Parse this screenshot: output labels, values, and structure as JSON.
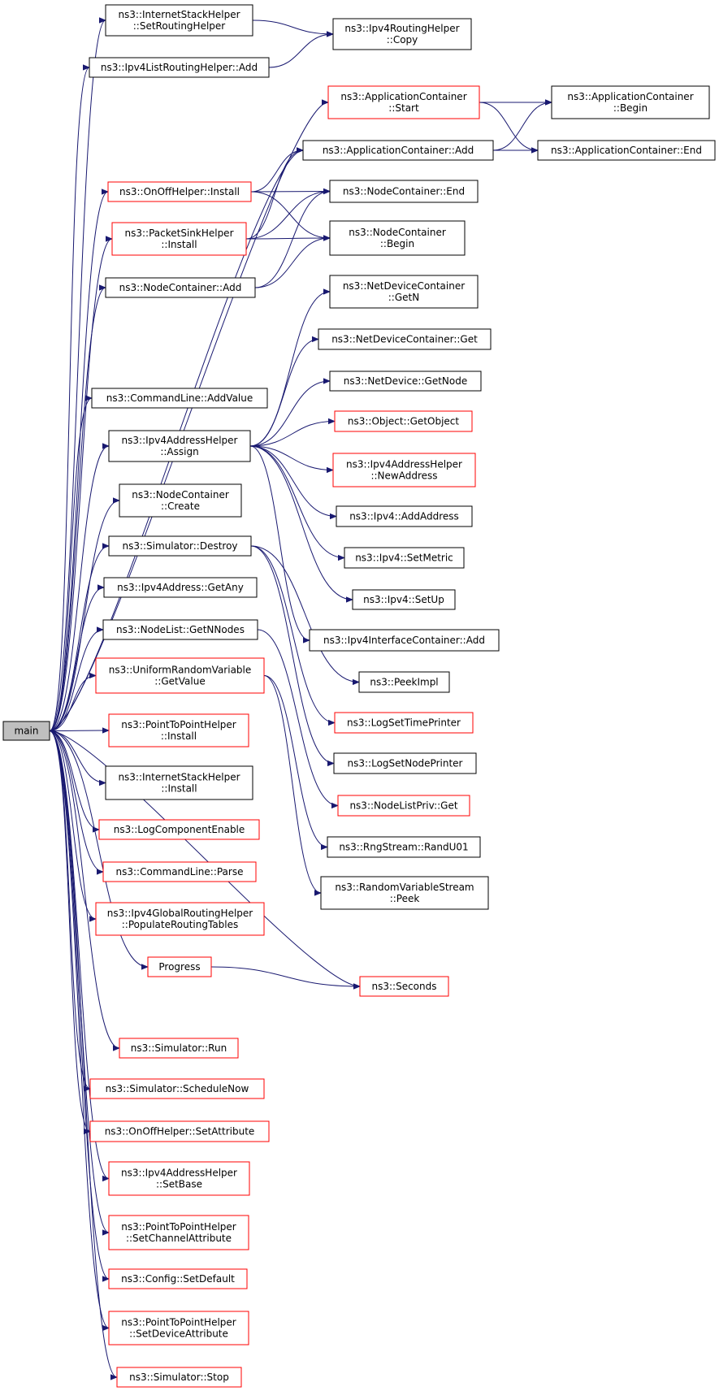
{
  "colors": {
    "edge": "#191970",
    "linked_border": "#000000",
    "undocumented_border": "#ff0000",
    "root_fill": "#bfbfbf",
    "node_fill": "#ffffff"
  },
  "nodes": [
    {
      "id": "main",
      "lines": [
        "main"
      ],
      "style": "root"
    },
    {
      "id": "ish_setrouting",
      "lines": [
        "ns3::InternetStackHelper",
        "::SetRoutingHelper"
      ],
      "style": "black"
    },
    {
      "id": "ipv4rh_copy",
      "lines": [
        "ns3::Ipv4RoutingHelper",
        "::Copy"
      ],
      "style": "black"
    },
    {
      "id": "ipv4lrh_add",
      "lines": [
        "ns3::Ipv4ListRoutingHelper::Add"
      ],
      "style": "black"
    },
    {
      "id": "ac_start",
      "lines": [
        "ns3::ApplicationContainer",
        "::Start"
      ],
      "style": "red"
    },
    {
      "id": "ac_begin",
      "lines": [
        "ns3::ApplicationContainer",
        "::Begin"
      ],
      "style": "black"
    },
    {
      "id": "ac_add",
      "lines": [
        "ns3::ApplicationContainer::Add"
      ],
      "style": "black"
    },
    {
      "id": "ac_end",
      "lines": [
        "ns3::ApplicationContainer::End"
      ],
      "style": "black"
    },
    {
      "id": "onoff_install",
      "lines": [
        "ns3::OnOffHelper::Install"
      ],
      "style": "red"
    },
    {
      "id": "nc_end",
      "lines": [
        "ns3::NodeContainer::End"
      ],
      "style": "black"
    },
    {
      "id": "psh_install",
      "lines": [
        "ns3::PacketSinkHelper",
        "::Install"
      ],
      "style": "red"
    },
    {
      "id": "nc_begin",
      "lines": [
        "ns3::NodeContainer",
        "::Begin"
      ],
      "style": "black"
    },
    {
      "id": "nc_add",
      "lines": [
        "ns3::NodeContainer::Add"
      ],
      "style": "black"
    },
    {
      "id": "ndc_getn",
      "lines": [
        "ns3::NetDeviceContainer",
        "::GetN"
      ],
      "style": "black"
    },
    {
      "id": "ndc_get",
      "lines": [
        "ns3::NetDeviceContainer::Get"
      ],
      "style": "black"
    },
    {
      "id": "nd_getnode",
      "lines": [
        "ns3::NetDevice::GetNode"
      ],
      "style": "black"
    },
    {
      "id": "cl_addvalue",
      "lines": [
        "ns3::CommandLine::AddValue"
      ],
      "style": "black"
    },
    {
      "id": "obj_getobject",
      "lines": [
        "ns3::Object::GetObject"
      ],
      "style": "red"
    },
    {
      "id": "ipv4ah_assign",
      "lines": [
        "ns3::Ipv4AddressHelper",
        "::Assign"
      ],
      "style": "black"
    },
    {
      "id": "ipv4ah_newaddr",
      "lines": [
        "ns3::Ipv4AddressHelper",
        "::NewAddress"
      ],
      "style": "red"
    },
    {
      "id": "nc_create",
      "lines": [
        "ns3::NodeContainer",
        "::Create"
      ],
      "style": "black"
    },
    {
      "id": "ipv4_addaddr",
      "lines": [
        "ns3::Ipv4::AddAddress"
      ],
      "style": "black"
    },
    {
      "id": "sim_destroy",
      "lines": [
        "ns3::Simulator::Destroy"
      ],
      "style": "black"
    },
    {
      "id": "ipv4_setmetric",
      "lines": [
        "ns3::Ipv4::SetMetric"
      ],
      "style": "black"
    },
    {
      "id": "ipv4addr_getany",
      "lines": [
        "ns3::Ipv4Address::GetAny"
      ],
      "style": "black"
    },
    {
      "id": "ipv4_setup",
      "lines": [
        "ns3::Ipv4::SetUp"
      ],
      "style": "black"
    },
    {
      "id": "nl_getnnodes",
      "lines": [
        "ns3::NodeList::GetNNodes"
      ],
      "style": "black"
    },
    {
      "id": "ipv4ic_add",
      "lines": [
        "ns3::Ipv4InterfaceContainer::Add"
      ],
      "style": "black"
    },
    {
      "id": "urv_getvalue",
      "lines": [
        "ns3::UniformRandomVariable",
        "::GetValue"
      ],
      "style": "red"
    },
    {
      "id": "peekimpl",
      "lines": [
        "ns3::PeekImpl"
      ],
      "style": "black"
    },
    {
      "id": "p2p_install",
      "lines": [
        "ns3::PointToPointHelper",
        "::Install"
      ],
      "style": "red"
    },
    {
      "id": "logsettimeprinter",
      "lines": [
        "ns3::LogSetTimePrinter"
      ],
      "style": "red"
    },
    {
      "id": "ish_install",
      "lines": [
        "ns3::InternetStackHelper",
        "::Install"
      ],
      "style": "black"
    },
    {
      "id": "logsetnodeprinter",
      "lines": [
        "ns3::LogSetNodePrinter"
      ],
      "style": "black"
    },
    {
      "id": "logcomponentenable",
      "lines": [
        "ns3::LogComponentEnable"
      ],
      "style": "red"
    },
    {
      "id": "nlpriv_get",
      "lines": [
        "ns3::NodeListPriv::Get"
      ],
      "style": "red"
    },
    {
      "id": "cl_parse",
      "lines": [
        "ns3::CommandLine::Parse"
      ],
      "style": "red"
    },
    {
      "id": "rng_randu01",
      "lines": [
        "ns3::RngStream::RandU01"
      ],
      "style": "black"
    },
    {
      "id": "rvs_peek",
      "lines": [
        "ns3::RandomVariableStream",
        "::Peek"
      ],
      "style": "black"
    },
    {
      "id": "ipv4grh_populate",
      "lines": [
        "ns3::Ipv4GlobalRoutingHelper",
        "::PopulateRoutingTables"
      ],
      "style": "red"
    },
    {
      "id": "progress",
      "lines": [
        "Progress"
      ],
      "style": "red"
    },
    {
      "id": "seconds",
      "lines": [
        "ns3::Seconds"
      ],
      "style": "red"
    },
    {
      "id": "sim_run",
      "lines": [
        "ns3::Simulator::Run"
      ],
      "style": "red"
    },
    {
      "id": "sim_schedulenow",
      "lines": [
        "ns3::Simulator::ScheduleNow"
      ],
      "style": "red"
    },
    {
      "id": "onoff_setattr",
      "lines": [
        "ns3::OnOffHelper::SetAttribute"
      ],
      "style": "red"
    },
    {
      "id": "ipv4ah_setbase",
      "lines": [
        "ns3::Ipv4AddressHelper",
        "::SetBase"
      ],
      "style": "red"
    },
    {
      "id": "p2p_setchannelattr",
      "lines": [
        "ns3::PointToPointHelper",
        "::SetChannelAttribute"
      ],
      "style": "red"
    },
    {
      "id": "config_setdefault",
      "lines": [
        "ns3::Config::SetDefault"
      ],
      "style": "red"
    },
    {
      "id": "p2p_setdeviceattr",
      "lines": [
        "ns3::PointToPointHelper",
        "::SetDeviceAttribute"
      ],
      "style": "red"
    },
    {
      "id": "sim_stop",
      "lines": [
        "ns3::Simulator::Stop"
      ],
      "style": "red"
    }
  ],
  "edges": [
    [
      "main",
      "ish_setrouting"
    ],
    [
      "main",
      "ipv4lrh_add"
    ],
    [
      "main",
      "ac_start"
    ],
    [
      "main",
      "ac_add"
    ],
    [
      "main",
      "onoff_install"
    ],
    [
      "main",
      "psh_install"
    ],
    [
      "main",
      "nc_add"
    ],
    [
      "main",
      "cl_addvalue"
    ],
    [
      "main",
      "ipv4ah_assign"
    ],
    [
      "main",
      "nc_create"
    ],
    [
      "main",
      "sim_destroy"
    ],
    [
      "main",
      "ipv4addr_getany"
    ],
    [
      "main",
      "nl_getnnodes"
    ],
    [
      "main",
      "urv_getvalue"
    ],
    [
      "main",
      "p2p_install"
    ],
    [
      "main",
      "ish_install"
    ],
    [
      "main",
      "logcomponentenable"
    ],
    [
      "main",
      "cl_parse"
    ],
    [
      "main",
      "ipv4grh_populate"
    ],
    [
      "main",
      "progress"
    ],
    [
      "main",
      "seconds"
    ],
    [
      "main",
      "sim_run"
    ],
    [
      "main",
      "sim_schedulenow"
    ],
    [
      "main",
      "onoff_setattr"
    ],
    [
      "main",
      "ipv4ah_setbase"
    ],
    [
      "main",
      "p2p_setchannelattr"
    ],
    [
      "main",
      "config_setdefault"
    ],
    [
      "main",
      "p2p_setdeviceattr"
    ],
    [
      "main",
      "sim_stop"
    ],
    [
      "ish_setrouting",
      "ipv4rh_copy"
    ],
    [
      "ipv4lrh_add",
      "ipv4rh_copy"
    ],
    [
      "ac_start",
      "ac_begin"
    ],
    [
      "ac_start",
      "ac_end"
    ],
    [
      "ac_add",
      "ac_begin"
    ],
    [
      "ac_add",
      "ac_end"
    ],
    [
      "onoff_install",
      "ac_add"
    ],
    [
      "onoff_install",
      "nc_end"
    ],
    [
      "onoff_install",
      "nc_begin"
    ],
    [
      "psh_install",
      "ac_add"
    ],
    [
      "psh_install",
      "nc_end"
    ],
    [
      "psh_install",
      "nc_begin"
    ],
    [
      "nc_add",
      "nc_end"
    ],
    [
      "nc_add",
      "nc_begin"
    ],
    [
      "ipv4ah_assign",
      "ndc_getn"
    ],
    [
      "ipv4ah_assign",
      "ndc_get"
    ],
    [
      "ipv4ah_assign",
      "nd_getnode"
    ],
    [
      "ipv4ah_assign",
      "obj_getobject"
    ],
    [
      "ipv4ah_assign",
      "ipv4ah_newaddr"
    ],
    [
      "ipv4ah_assign",
      "ipv4_addaddr"
    ],
    [
      "ipv4ah_assign",
      "ipv4_setmetric"
    ],
    [
      "ipv4ah_assign",
      "ipv4_setup"
    ],
    [
      "ipv4ah_assign",
      "ipv4ic_add"
    ],
    [
      "sim_destroy",
      "peekimpl"
    ],
    [
      "sim_destroy",
      "logsettimeprinter"
    ],
    [
      "sim_destroy",
      "logsetnodeprinter"
    ],
    [
      "nl_getnnodes",
      "nlpriv_get"
    ],
    [
      "urv_getvalue",
      "rng_randu01"
    ],
    [
      "urv_getvalue",
      "rvs_peek"
    ],
    [
      "progress",
      "seconds"
    ]
  ]
}
